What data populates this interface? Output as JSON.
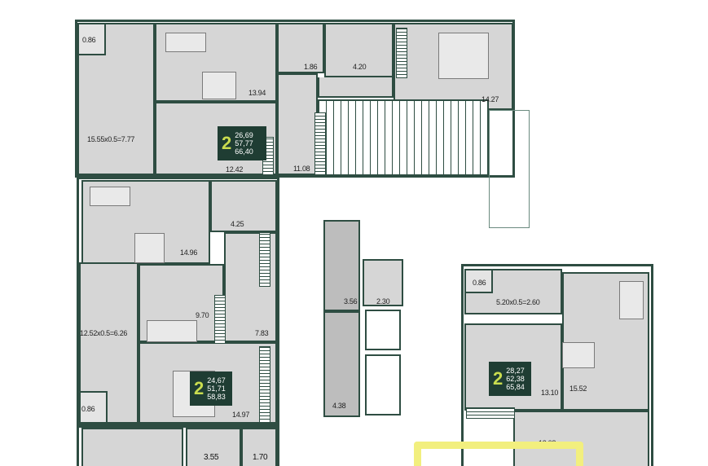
{
  "apartments": [
    {
      "rooms_count": "2",
      "areas": [
        "26,69",
        "57,77",
        "66,40"
      ]
    },
    {
      "rooms_count": "2",
      "areas": [
        "24,67",
        "51,71",
        "58,83"
      ]
    },
    {
      "rooms_count": "2",
      "areas": [
        "28,27",
        "62,38",
        "65,84"
      ]
    }
  ],
  "room_labels": {
    "a1_storage": "0.86",
    "a1_balcony": "15.55x0.5=7.77",
    "a1_living": "13.94",
    "a1_bedroom_small": "12.42",
    "a1_wc": "1.86",
    "a1_bath": "4.20",
    "a1_bedroom": "14.27",
    "a1_hall": "11.08",
    "a2_kitchen": "14.96",
    "a2_bath": "4.25",
    "a2_bedroom_small": "9.70",
    "a2_hall": "7.83",
    "a2_balcony": "12.52x0.5=6.26",
    "a2_storage": "0.86",
    "a2_bedroom": "14.97",
    "core_shaft_1": "3.56",
    "core_shaft_2": "4.38",
    "core_room": "2.30",
    "a3_storage": "0.86",
    "a3_balcony": "5.20x0.5=2.60",
    "a3_bedroom": "13.10",
    "a3_kitchen": "15.52",
    "a3_hall": "13.08",
    "a4_bath": "3.55",
    "a4_wc": "1.70"
  },
  "colors": {
    "wall": "#2e4d42",
    "badge": "#1f3d33",
    "badge_number": "#c9dc4f",
    "room": "#d6d6d6",
    "highlight": "#f2ef7e"
  }
}
